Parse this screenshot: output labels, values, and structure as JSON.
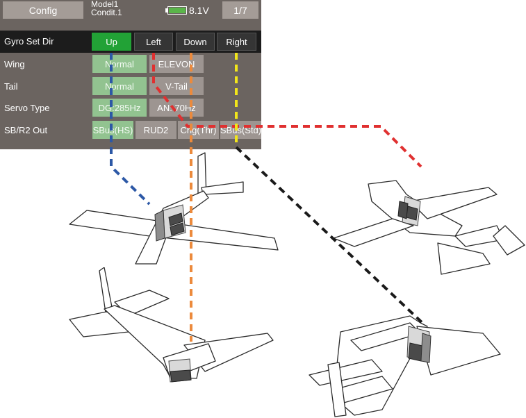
{
  "header": {
    "config_label": "Config",
    "model_line1": "Model1",
    "model_line2": "Condit.1",
    "voltage": "8.1V",
    "page": "1/7",
    "battery_level": 1.0
  },
  "rows": {
    "gyro": {
      "label": "Gyro Set Dir",
      "options": [
        "Up",
        "Left",
        "Down",
        "Right"
      ],
      "selected": "Up"
    },
    "wing": {
      "label": "Wing",
      "options": [
        "Normal",
        "ELEVON"
      ]
    },
    "tail": {
      "label": "Tail",
      "options": [
        "Normal",
        "V-Tail"
      ]
    },
    "servo": {
      "label": "Servo Type",
      "options": [
        "DG:285Hz",
        "AN: 70Hz"
      ]
    },
    "sbus": {
      "label": "SB/R2 Out",
      "options": [
        "SBus(HS)",
        "RUD2",
        "Chg(Thr)",
        "SBus(Std)"
      ]
    }
  },
  "leader_colors": {
    "up": "#2c58a6",
    "left": "#e03030",
    "down": "#ec8a3c",
    "right": "#f2e61a",
    "right_to_plane": "#1a1a1a"
  }
}
